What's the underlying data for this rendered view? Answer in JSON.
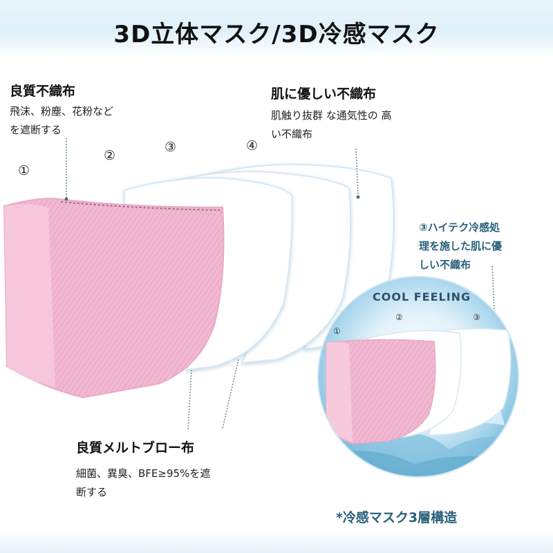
{
  "title": "3D立体マスク/3D冷感マスク",
  "layer_numbers": [
    "①",
    "②",
    "③",
    "④"
  ],
  "callouts": {
    "top_left": {
      "heading": "良質不織布",
      "lines": [
        "飛沫、粉塵、花粉など",
        "を遮断する"
      ]
    },
    "top_right": {
      "heading": "肌に優しい不織布",
      "lines": [
        "肌触り抜群 な通気性の 高",
        "い不織布"
      ]
    },
    "bottom": {
      "heading": "良質メルトブロー布",
      "lines": [
        "細菌、異臭、BFE≥95%を遮",
        "断する"
      ]
    }
  },
  "cooling": {
    "note_lines": [
      "③ハイテク冷感処",
      "理を施した肌に優",
      "しい不織布"
    ],
    "label": "COOL FEELING",
    "layer_numbers": [
      "①",
      "②",
      "③"
    ]
  },
  "footnote": "*冷感マスク3層構造",
  "colors": {
    "mask_pink": "#f2b8d2",
    "accent_blue": "#2a5f7a",
    "ice_blue": "#8fc8e4"
  }
}
